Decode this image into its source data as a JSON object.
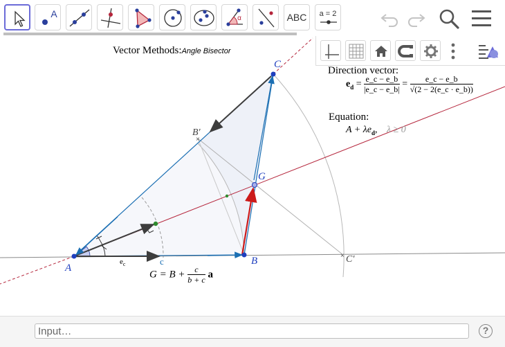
{
  "toolbar": {
    "tools": [
      {
        "name": "move-tool",
        "icon": "arrow-cursor-icon",
        "selected": true
      },
      {
        "name": "point-tool",
        "icon": "point-icon",
        "label": "A"
      },
      {
        "name": "line-tool",
        "icon": "line-icon"
      },
      {
        "name": "perpendicular-line-tool",
        "icon": "perpendicular-icon"
      },
      {
        "name": "polygon-tool",
        "icon": "polygon-icon"
      },
      {
        "name": "circle-tool",
        "icon": "circle-icon"
      },
      {
        "name": "conic-tool",
        "icon": "ellipse-icon"
      },
      {
        "name": "angle-tool",
        "icon": "angle-icon",
        "label": "α"
      },
      {
        "name": "reflect-tool",
        "icon": "reflect-icon"
      },
      {
        "name": "text-tool",
        "icon": "text-icon",
        "label": "ABC"
      },
      {
        "name": "slider-tool",
        "icon": "slider-icon",
        "label": "a = 2"
      }
    ],
    "right_icons": [
      "undo-icon",
      "redo-icon",
      "search-icon",
      "menu-icon"
    ]
  },
  "style_bar": {
    "buttons": [
      "axes-icon",
      "grid-icon",
      "home-icon",
      "magnet-icon",
      "settings-icon",
      "more-icon",
      "style-bar-toggle-icon"
    ]
  },
  "graphics": {
    "title": "Vector Methods:",
    "subtitle": "Angle Bisector",
    "points": {
      "A": "A",
      "B": "B",
      "C": "C",
      "G": "G",
      "B_prime": "B′",
      "C_prime": "C′"
    },
    "side_label": "c",
    "unit_vector_label": "e",
    "unit_vector_subscript": "c",
    "direction": {
      "heading": "Direction vector:",
      "lhs": "e",
      "lhs_sub": "d",
      "frac1_num": "e_c − e_b",
      "frac1_den": "|e_c − e_b|",
      "frac2_num": "e_c − e_b",
      "frac2_den": "√(2 − 2(e_c · e_b))"
    },
    "equation": {
      "heading": "Equation:",
      "expr": "A + λe",
      "expr_sub": "d",
      "condition": "λ ≥ 0"
    },
    "formula": {
      "lhs": "G = B +",
      "frac_num": "c",
      "frac_den": "b + c",
      "rhs": "a"
    }
  },
  "input_bar": {
    "placeholder": "Input…",
    "help_label": "?"
  },
  "colors": {
    "accent": "#6b6bd8",
    "segment_blue": "#1b6fb3",
    "point_blue": "#1f3fbf",
    "bisector_red": "#b5263c",
    "vector_red": "#cc1a1a",
    "vector_dark": "#3d3d3d",
    "point_green": "#2e8b2e"
  }
}
